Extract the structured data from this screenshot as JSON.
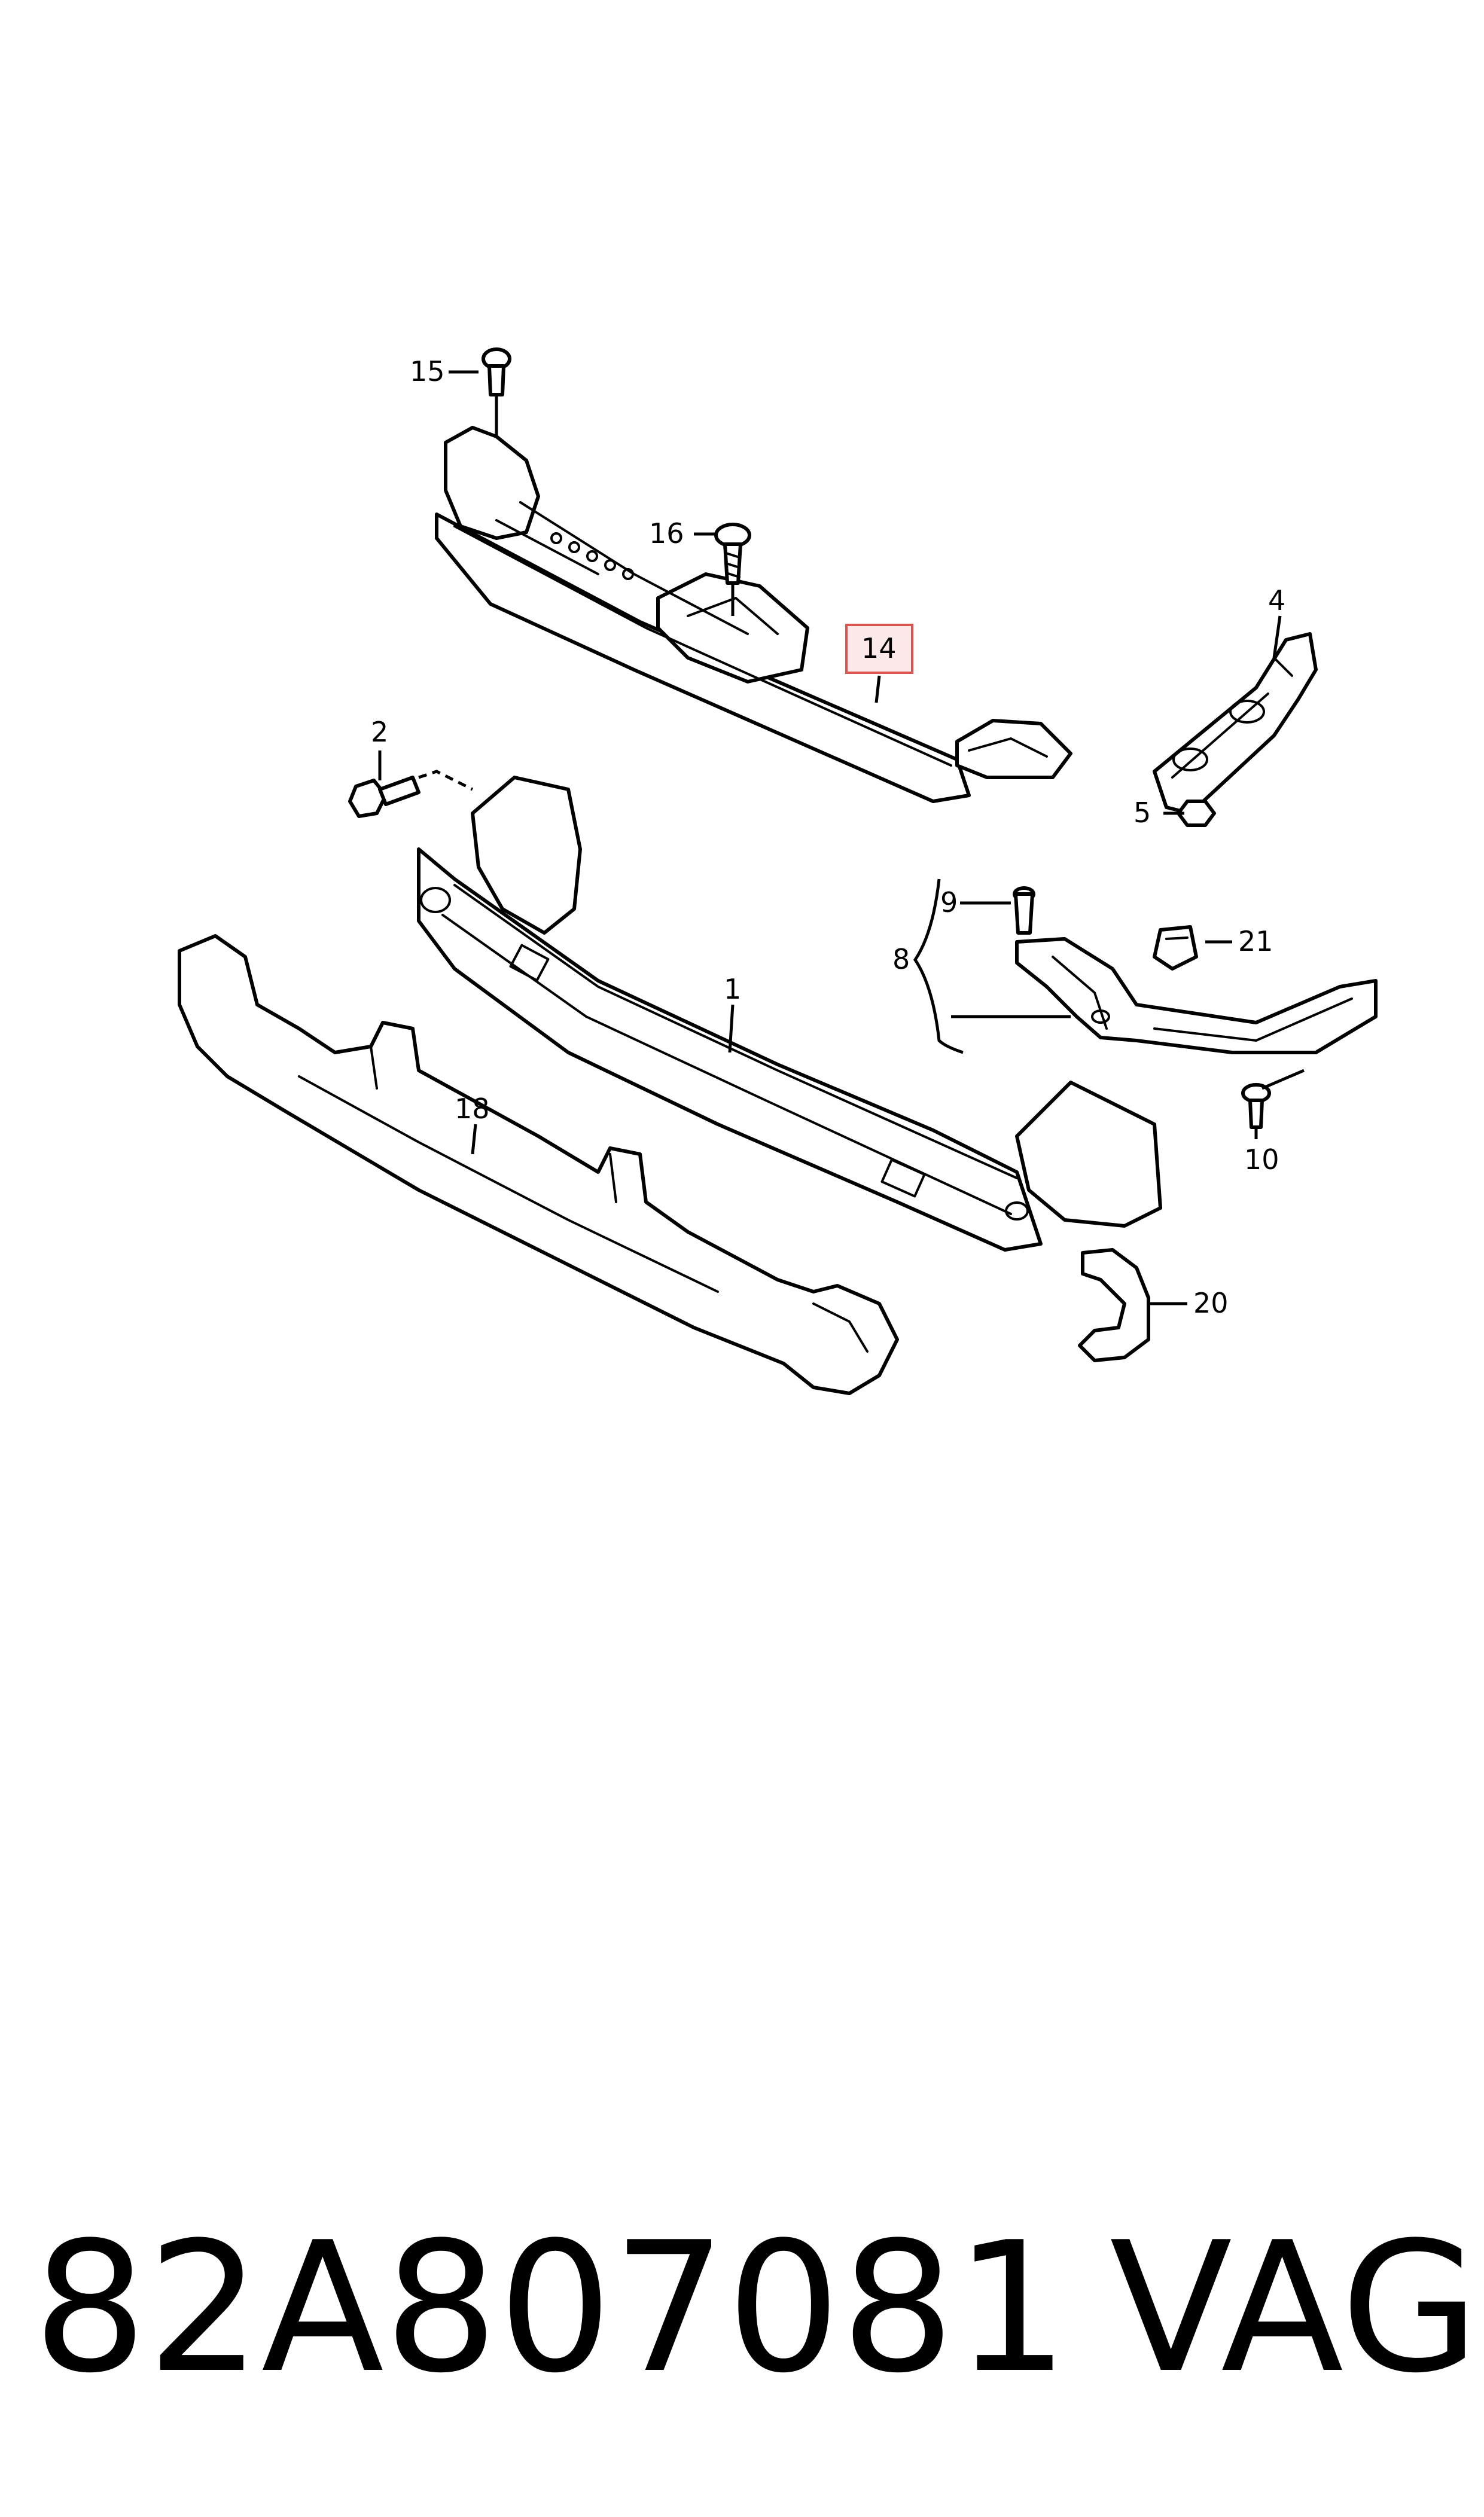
{
  "callouts": {
    "c1": "1",
    "c2": "2",
    "c4": "4",
    "c5": "5",
    "c8": "8",
    "c9": "9",
    "c10": "10",
    "c14": "14",
    "c15": "15",
    "c16": "16",
    "c18": "18",
    "c20": "20",
    "c21": "21"
  },
  "highlighted_callout": "14",
  "highlight_color": "#d9534f",
  "footer": {
    "part_number": "82A807081",
    "brand": "VAG"
  }
}
